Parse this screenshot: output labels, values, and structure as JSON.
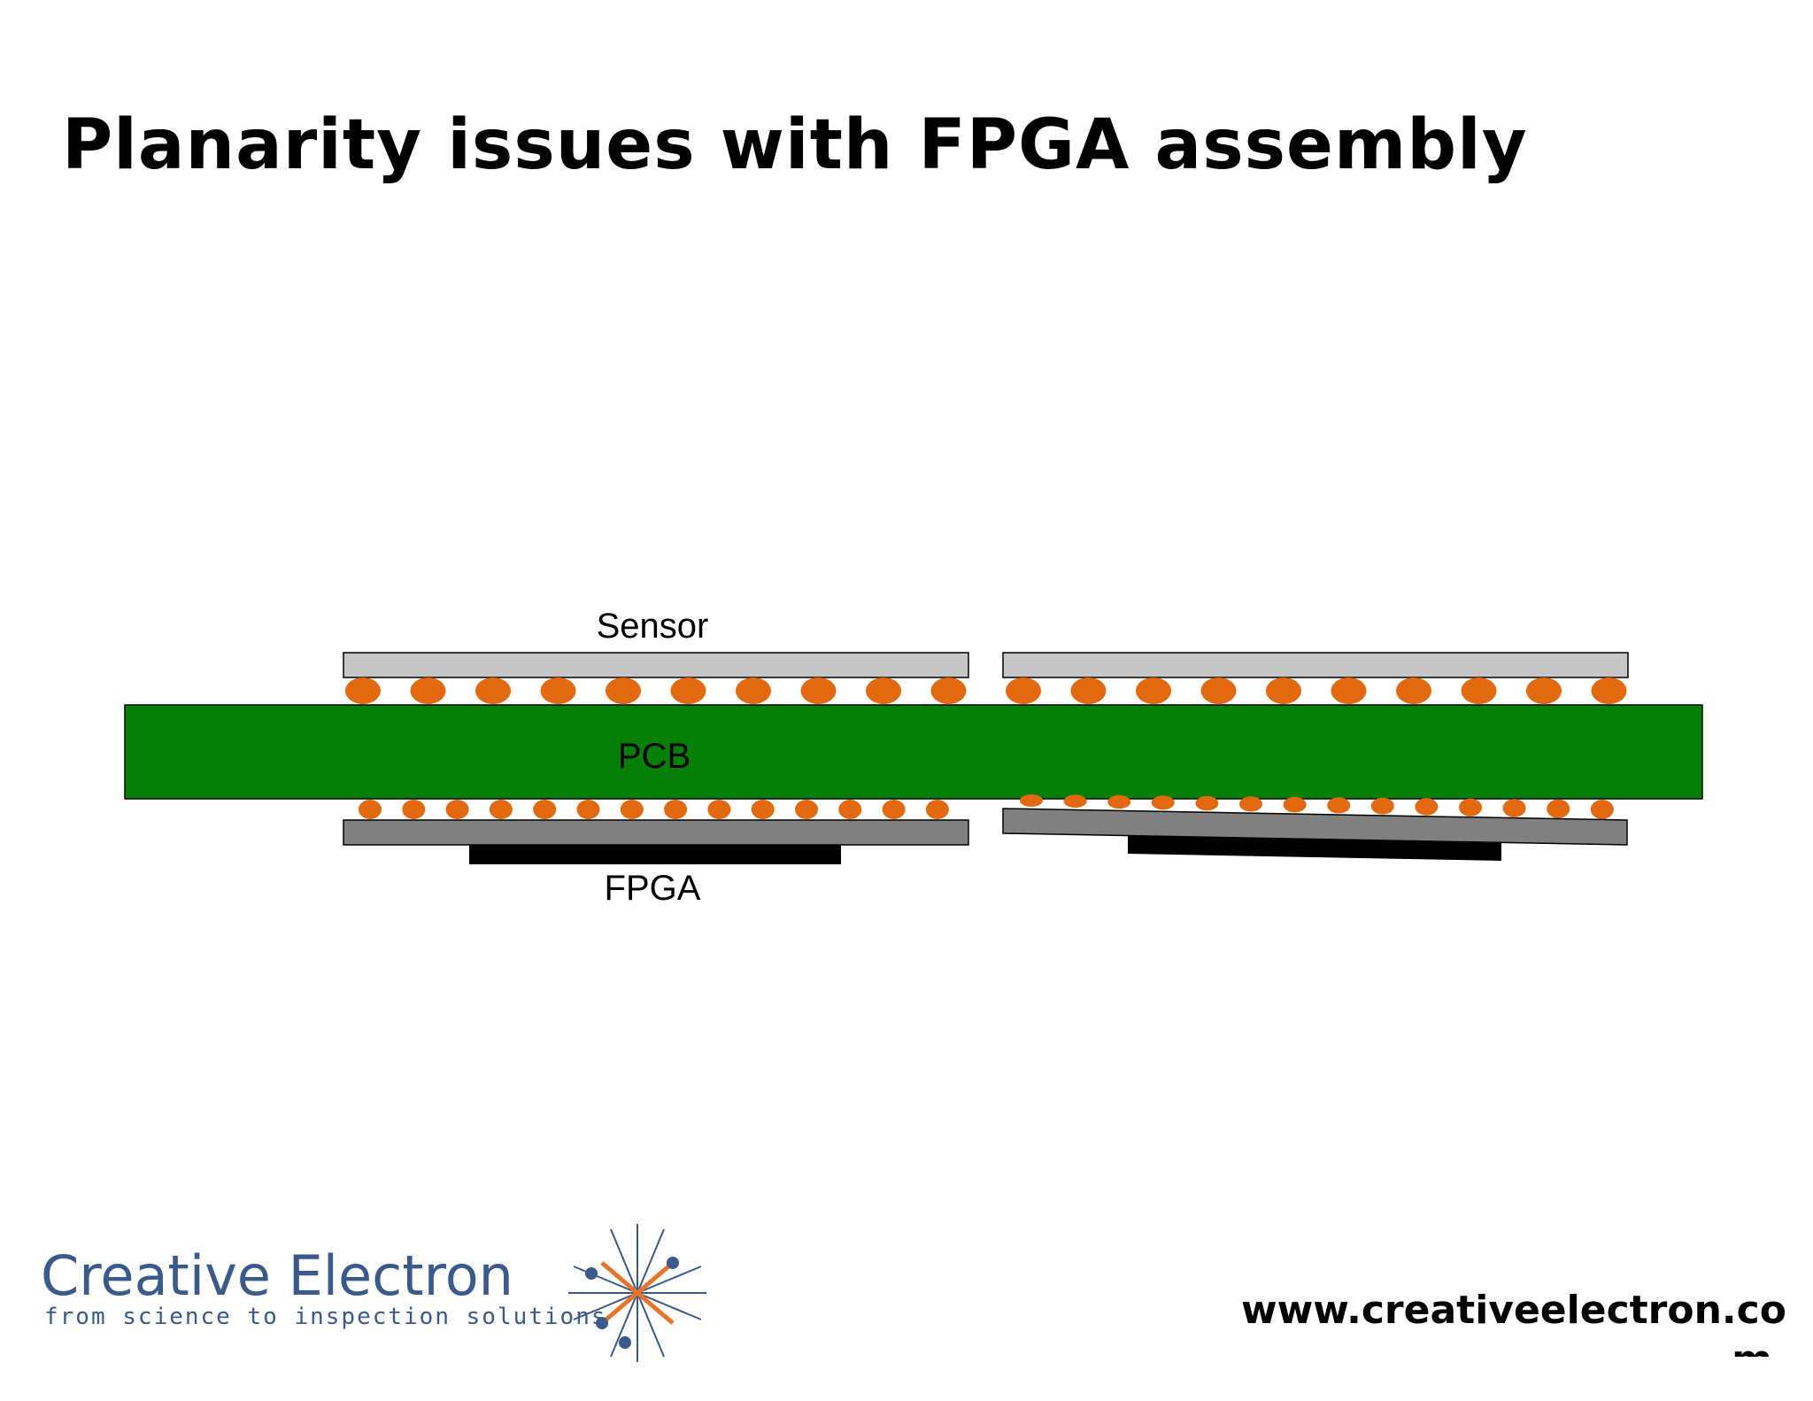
{
  "title": "Planarity issues with FPGA assembly",
  "diagram": {
    "labels": {
      "sensor": "Sensor",
      "pcb": "PCB",
      "fpga": "FPGA"
    },
    "colors": {
      "pcb": "#067f06",
      "solder_ball": "#e2690f",
      "sensor": "#c6c6c6",
      "fpga_substrate": "#808080",
      "fpga_die": "#000000"
    }
  },
  "footer": {
    "logo_name": "Creative Electron",
    "logo_tagline": "from science to inspection solutions",
    "logo_colors": {
      "text": "#3a5a8c",
      "accent": "#e8742a"
    },
    "website": "www.creativeelectron.co",
    "website_wrap": "m"
  }
}
